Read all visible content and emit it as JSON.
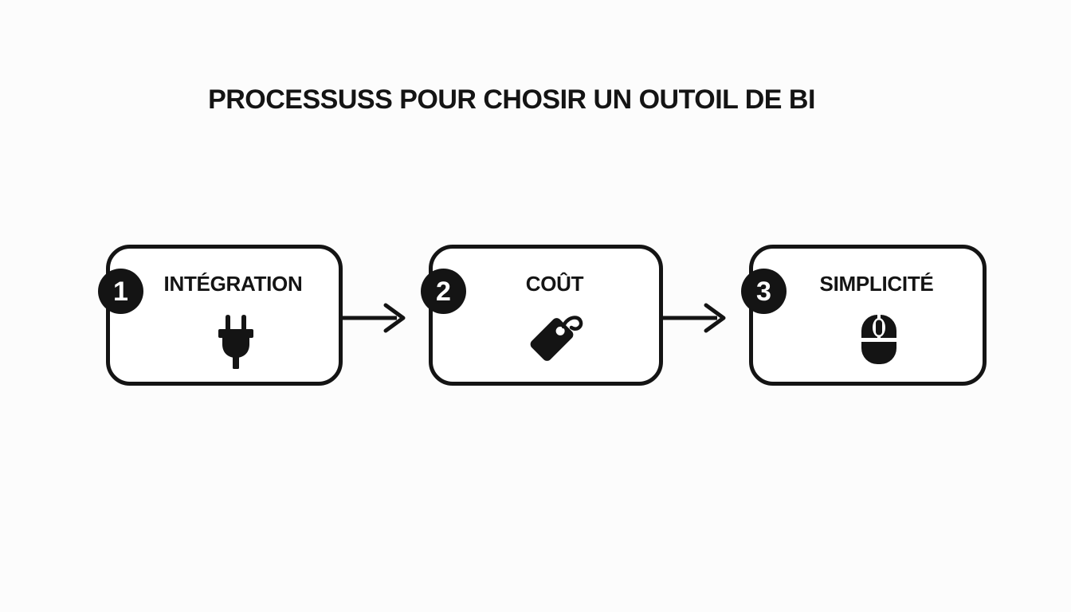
{
  "title": "PROCESSUSS POUR CHOSIR UN OUTOIL DE BI",
  "colors": {
    "ink": "#141414",
    "background": "#fcfcfc",
    "box_fill": "#ffffff",
    "badge_fill": "#141414",
    "badge_text": "#ffffff"
  },
  "steps": [
    {
      "number": "1",
      "label": "INTÉGRATION",
      "icon": "plug-icon"
    },
    {
      "number": "2",
      "label": "COÛT",
      "icon": "price-tag-icon"
    },
    {
      "number": "3",
      "label": "SIMPLICITÉ",
      "icon": "mouse-icon"
    }
  ],
  "connectors": [
    {
      "icon": "arrow-right-icon"
    },
    {
      "icon": "arrow-right-icon"
    }
  ]
}
